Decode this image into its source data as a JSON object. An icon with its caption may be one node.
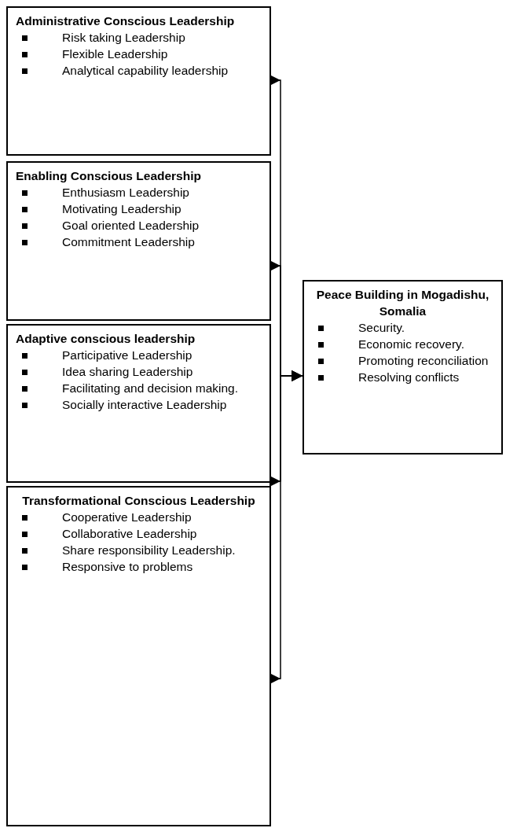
{
  "diagram": {
    "nodes": [
      {
        "text": [
          "Administrative Conscious Leadership",
          "Risk taking Leadership",
          "Flexible Leadership",
          "Analytical capability leadership"
        ]
      },
      {
        "text": [
          "Enabling Conscious Leadership",
          "Enthusiasm Leadership",
          "Motivating Leadership",
          "Goal oriented Leadership",
          "Commitment Leadership"
        ]
      },
      {
        "text": [
          "Adaptive conscious leadership",
          "Participative Leadership",
          "Idea sharing Leadership",
          "Facilitating and decision making.",
          "Socially interactive Leadership"
        ]
      },
      {
        "text": [
          "Transformational Conscious Leadership",
          "Cooperative Leadership",
          "Collaborative Leadership",
          "Share responsibility Leadership.",
          "Responsive to problems"
        ]
      },
      {
        "text": [
          "Peace Building in Mogadishu, Somalia",
          "Security.",
          "Economic recovery.",
          "Promoting reconciliation",
          "Resolving conflicts"
        ]
      }
    ],
    "edges": [
      {
        "from": 0,
        "to": 4,
        "arrow": "to"
      },
      {
        "from": 1,
        "to": 4,
        "arrow": "to"
      },
      {
        "from": 2,
        "to": 4,
        "arrow": "to"
      },
      {
        "from": 3,
        "to": 4,
        "arrow": "to"
      }
    ]
  }
}
